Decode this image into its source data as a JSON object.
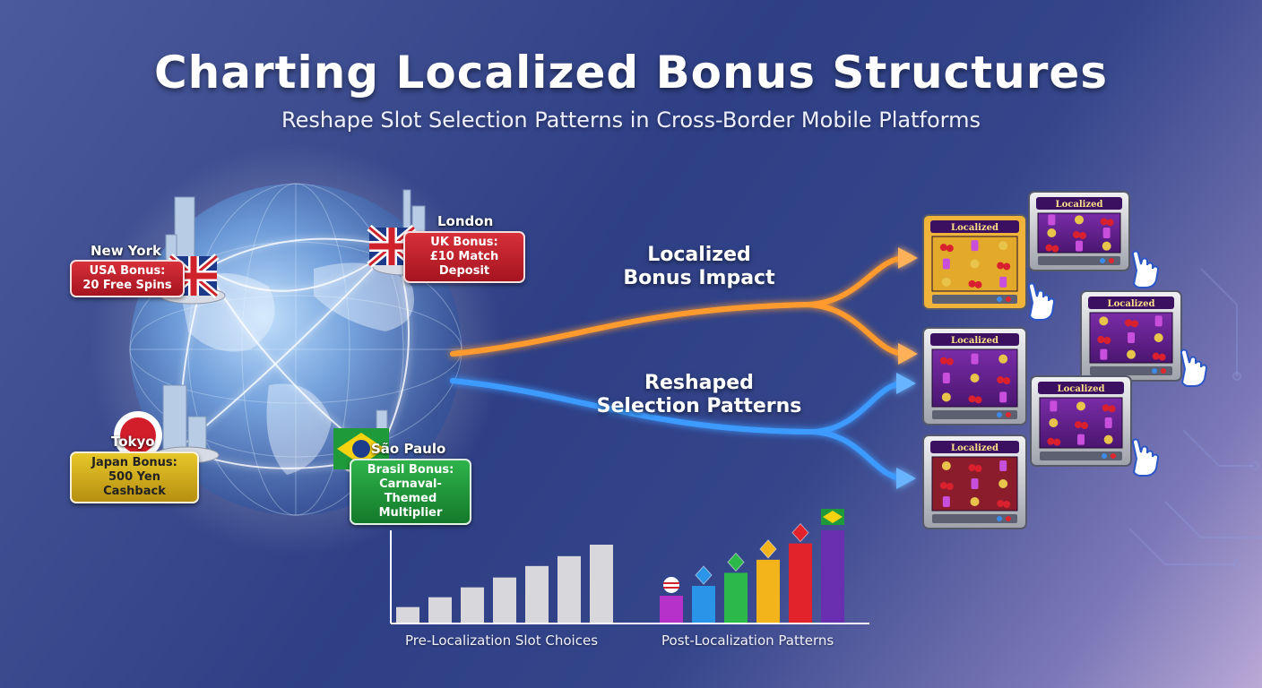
{
  "header": {
    "title": "Charting Localized Bonus Structures",
    "subtitle": "Reshape Slot Selection Patterns in Cross-Border Mobile Platforms"
  },
  "locations": {
    "new_york": {
      "city": "New York",
      "bonus_line1": "USA Bonus:",
      "bonus_line2": "20 Free Spins"
    },
    "london": {
      "city": "London",
      "bonus_line1": "UK Bonus:",
      "bonus_line2": "£10 Match Deposit"
    },
    "tokyo": {
      "city": "Tokyo",
      "bonus_line1": "Japan Bonus:",
      "bonus_line2": "500 Yen Cashback"
    },
    "sao_paulo": {
      "city": "São Paulo",
      "bonus_line1": "Brasil Bonus:",
      "bonus_line2": "Carnaval-Themed",
      "bonus_line3": "Multiplier"
    }
  },
  "flows": {
    "top_label_line1": "Localized",
    "top_label_line2": "Bonus Impact",
    "bottom_label_line1": "Reshaped",
    "bottom_label_line2": "Selection Patterns",
    "top_color": "#ff9a2e",
    "bottom_color": "#3d9bff"
  },
  "slot_machines": {
    "marquee_text": "Localized"
  },
  "chart_data": [
    {
      "type": "bar",
      "xlabel": "Pre-Localization Slot Choices",
      "values": [
        1,
        1.6,
        2.2,
        2.8,
        3.5,
        4.1,
        4.8
      ],
      "colors": [
        "#d8d8dc",
        "#d8d8dc",
        "#d8d8dc",
        "#d8d8dc",
        "#d8d8dc",
        "#d8d8dc",
        "#d8d8dc"
      ]
    },
    {
      "type": "bar",
      "xlabel": "Post-Localization Patterns",
      "values": [
        1.7,
        2.3,
        3.1,
        3.9,
        4.9,
        5.7
      ],
      "colors": [
        "#b531c9",
        "#2a95e8",
        "#2db84a",
        "#f3b31a",
        "#e3232c",
        "#6a2fb0"
      ]
    }
  ]
}
